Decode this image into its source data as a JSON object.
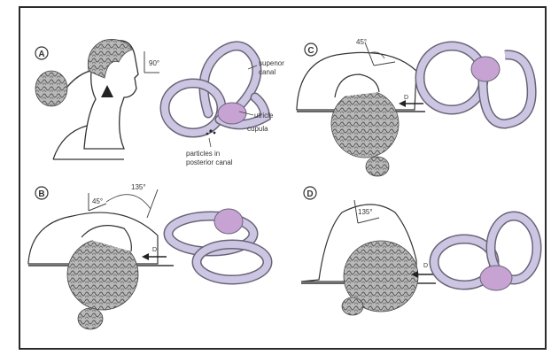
{
  "panels": {
    "a": {
      "letter": "A",
      "angle": "90°"
    },
    "b": {
      "letter": "B",
      "angle_left": "45°",
      "angle_right": "135°"
    },
    "c": {
      "letter": "C",
      "angle": "45°"
    },
    "d": {
      "letter": "D",
      "angle": "135°"
    }
  },
  "labels": {
    "superior_canal_line1": "supenor",
    "superior_canal_line2": "canal",
    "utricle": "utricle",
    "cupula": "cupula",
    "particles_line1": "particles in",
    "particles_line2": "posterior canal",
    "direction_marker": "D"
  },
  "colors": {
    "canal_fill": "#ccc6e2",
    "canal_stroke": "#6a6478",
    "utricle": "#c7a3d4",
    "hair": "#8a8a8a",
    "line": "#3a3a3a"
  }
}
